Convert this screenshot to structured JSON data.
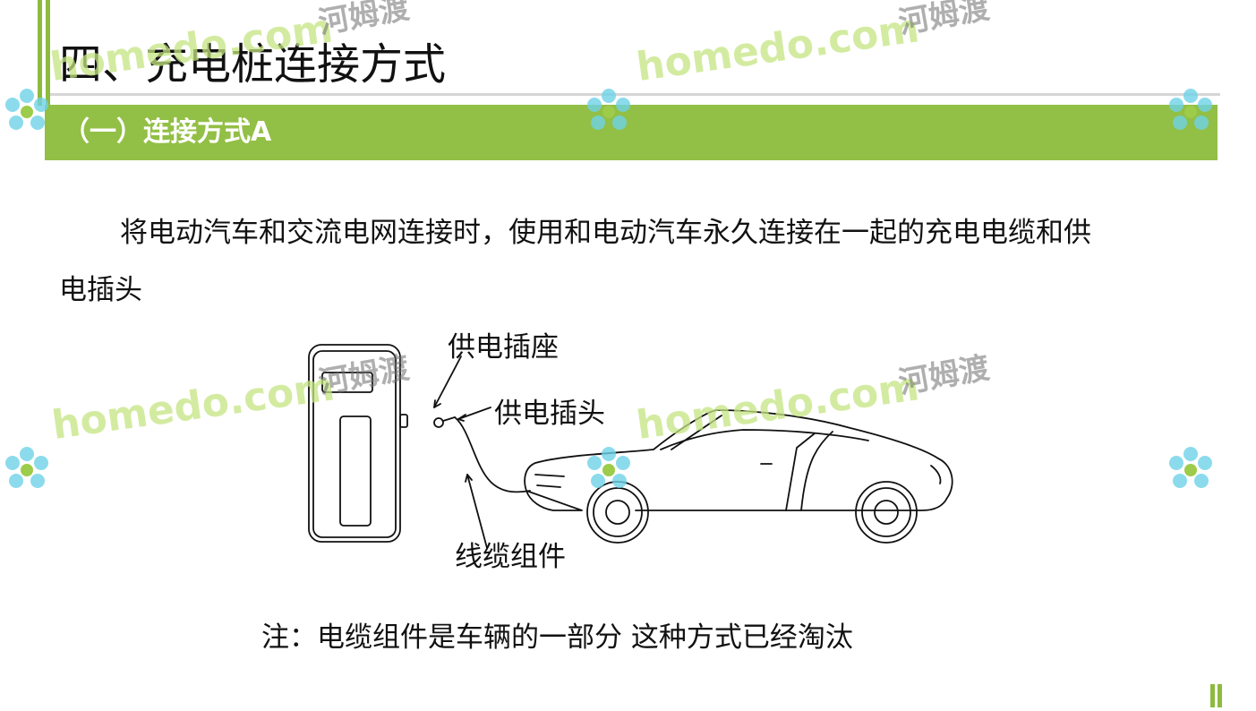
{
  "slide": {
    "title": "四、充电桩连接方式",
    "section_title": "（一）连接方式A",
    "paragraph": "将电动汽车和交流电网连接时，使用和电动汽车永久连接在一起的充电电缆和供电插头",
    "note": "注：电缆组件是车辆的一部分 这种方式已经淘汰"
  },
  "diagram": {
    "labels": {
      "socket": "供电插座",
      "plug": "供电插头",
      "cable": "线缆组件"
    }
  },
  "watermark": {
    "brand_en": "homedo.com",
    "brand_cn": "河姆渡",
    "icon": "flower-logo-icon"
  },
  "colors": {
    "accent_green": "#92bf45",
    "bar_green": "#8dbb3f",
    "watermark_green": "#c4e482"
  }
}
